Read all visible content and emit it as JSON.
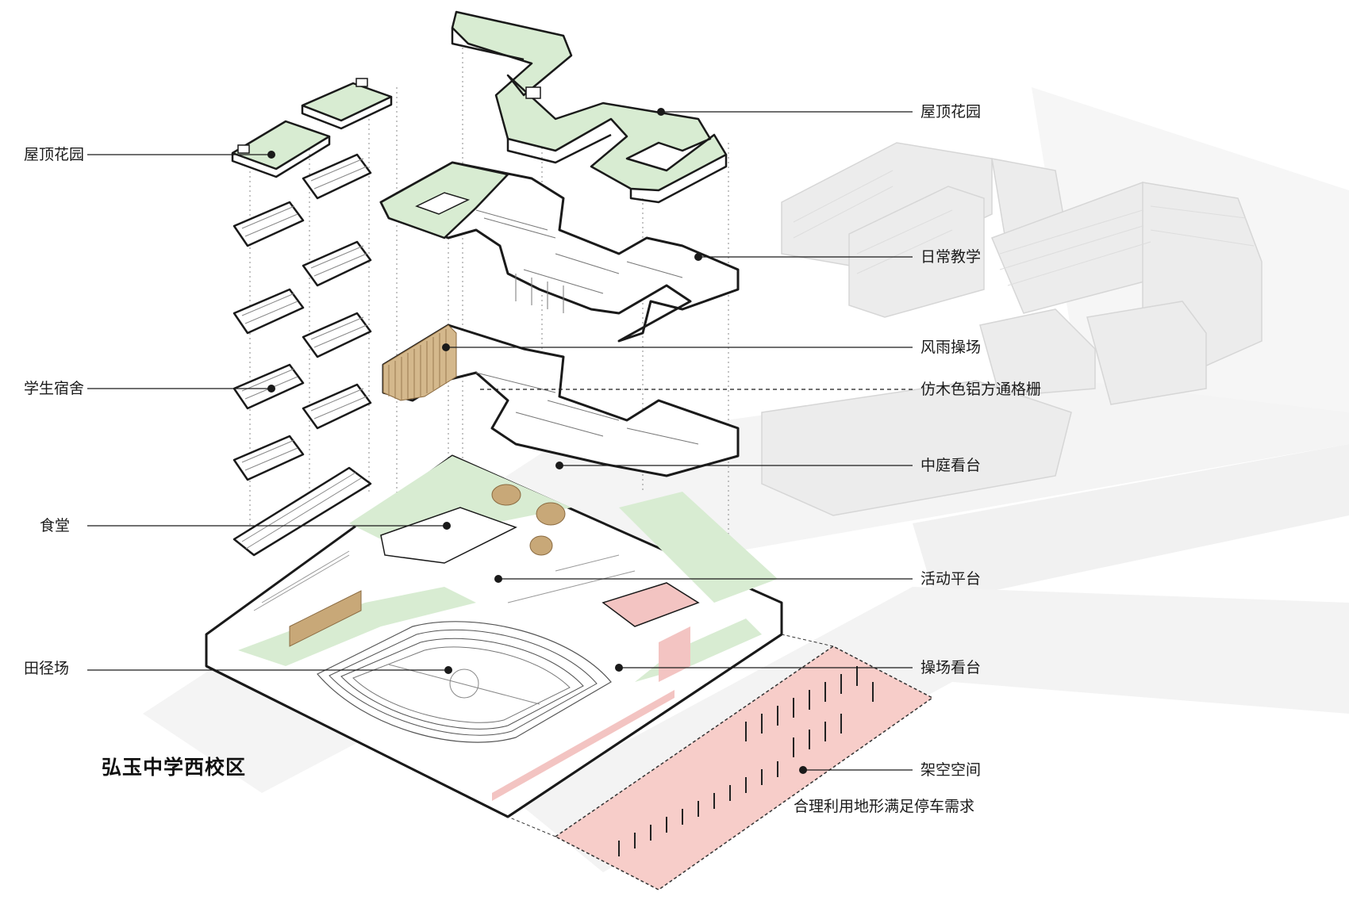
{
  "title": "弘玉中学西校区",
  "labels": {
    "left": {
      "roof_garden": "屋顶花园",
      "dormitory": "学生宿舍",
      "canteen": "食堂",
      "track_field": "田径场"
    },
    "right": {
      "roof_garden": "屋顶花园",
      "daily_teaching": "日常教学",
      "covered_playground": "风雨操场",
      "wood_grille": "仿木色铝方通格栅",
      "courtyard_stand": "中庭看台",
      "activity_platform": "活动平台",
      "playground_stand": "操场看台",
      "stilt_space": "架空空间",
      "parking_note": "合理利用地形满足停车需求"
    }
  },
  "colors": {
    "green_roof": "#d8ecd2",
    "pink_zone": "#f3c4c2",
    "wood": "#c8a878",
    "line": "#1a1a1a",
    "ghost_building": "#e9e9e9"
  }
}
